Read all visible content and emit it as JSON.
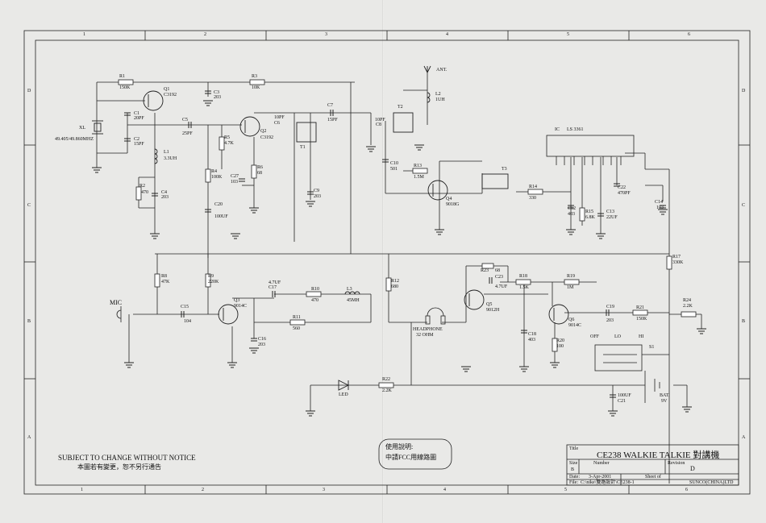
{
  "title_block": {
    "title": "CE238 WALKIE TALKIE 對講機",
    "size_label": "Size",
    "number_label": "Number",
    "revision_label": "Revision",
    "size_value": "B",
    "revision_value": "D",
    "date_label": "Date:",
    "date_value": "3-Apr-2001",
    "sheet_label": "Sheet of",
    "file_label": "File:",
    "file_value": "C:\\nike\\雙路設計\\CE238-1",
    "drawn_value": "SUNCO(CHINA)LTD"
  },
  "notes": {
    "line1": "SUBJECT TO CHANGE WITHOUT NOTICE",
    "line2": "本圖若有變更，恕不另行通告",
    "usage_title": "使用說明:",
    "usage_body": "中請FCC用線路圖"
  },
  "border": {
    "columns": [
      "1",
      "2",
      "3",
      "4",
      "5",
      "6"
    ],
    "rows": [
      "D",
      "C",
      "B",
      "A"
    ]
  },
  "components": {
    "R1": "R1",
    "R1v": "150K",
    "Q1": "Q1",
    "Q1v": "C3192",
    "C3": "C3",
    "C3v": "203",
    "R3": "R3",
    "R3v": "10K",
    "C1": "C1",
    "C1v": "20PF",
    "C2": "C2",
    "C2v": "15PF",
    "XL": "XL",
    "XLv": "49.405/49.860MHZ",
    "L1": "L1",
    "L1v": "3.3UH",
    "R2": "R2",
    "R2v": "470",
    "C4": "C4",
    "C4v": "203",
    "C5": "C5",
    "C5v": "25PF",
    "Q2": "Q2",
    "Q2v": "C3192",
    "R5": "R5",
    "R5v": "4.7K",
    "R4": "R4",
    "R4v": "100K",
    "C27": "C27",
    "C27v": "103",
    "R6": "R6",
    "R6v": "68",
    "C20": "C20",
    "C20v": "100UF",
    "C6": "C6",
    "C6v": "10PF",
    "T1": "T1",
    "C9": "C9",
    "C9v": "203",
    "C7": "C7",
    "C7v": "15PF",
    "C8": "C8",
    "C8v": "10PF",
    "T2": "T2",
    "L2": "L2",
    "L2v": "1UH",
    "ANT": "ANT.",
    "C10": "C10",
    "C10v": "501",
    "R13": "R13",
    "R13v": "1.5M",
    "Q4": "Q4",
    "Q4v": "9018G",
    "IC": "IC",
    "ICv": "LS 3361",
    "T3": "T3",
    "R14": "R14",
    "R14v": "330",
    "C12": "C12",
    "C12v": "403",
    "R15": "R15",
    "R15v": "6.8K",
    "C13": "C13",
    "C13v": "22UF",
    "C22": "C22",
    "C22v": "470PF",
    "C14": "C14",
    "C14v": "103",
    "R17": "R17",
    "R17v": "330K",
    "R8": "R8",
    "R8v": "47K",
    "R9": "R9",
    "R9v": "220K",
    "MIC": "MIC",
    "C15": "C15",
    "C15v": "104",
    "Q3": "Q3",
    "Q3v": "9014C",
    "C17": "C17",
    "C17v": "4.7UF",
    "R10": "R10",
    "R10v": "470",
    "L3": "L3",
    "L3v": "45MH",
    "R12": "R12",
    "R12v": "680",
    "R11": "R11",
    "R11v": "560",
    "C16": "C16",
    "C16v": "203",
    "HP": "HEADPHONE",
    "HPv": "32 OHM",
    "R23": "R23",
    "R23v": "68",
    "C23": "C23",
    "C23v": "4.7UF",
    "Q5": "Q5",
    "Q5v": "9012H",
    "R18": "R18",
    "R18v": "1.5K",
    "R19": "R19",
    "R19v": "1M",
    "C18": "C18",
    "C18v": "403",
    "Q6": "Q6",
    "Q6v": "9014C",
    "R20": "R20",
    "R20v": "100",
    "C19": "C19",
    "C19v": "203",
    "R21": "R21",
    "R21v": "150K",
    "R24": "R24",
    "R24v": "2.2K",
    "S1": "S1",
    "OFF": "OFF",
    "LO": "LO",
    "HI": "HI",
    "LED": "LED",
    "R22": "R22",
    "R22v": "2.2K",
    "C21": "C21",
    "C21v": "100UF",
    "BAT": "BAT.",
    "BATv": "9V"
  }
}
